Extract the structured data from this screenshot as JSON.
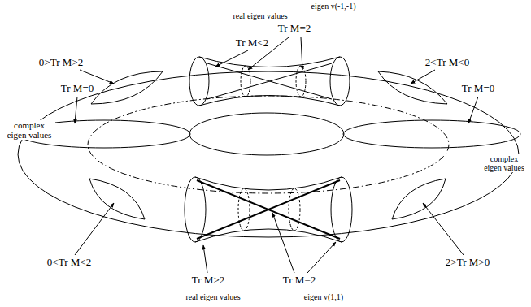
{
  "diagram": {
    "labels": [
      "eigen v(-1,-1)",
      "real eigen values",
      "Tr M=2",
      "Tr M<2",
      "0>Tr M>2",
      "2<Tr M<0",
      "Tr M=0",
      "Tr M=0",
      "complex eigen values",
      "complex eigen values",
      "0<Tr M<2",
      "2>Tr M>0",
      "Tr M>2",
      "Tr M=2",
      "real eigen values",
      "eigen v(1,1)"
    ]
  }
}
